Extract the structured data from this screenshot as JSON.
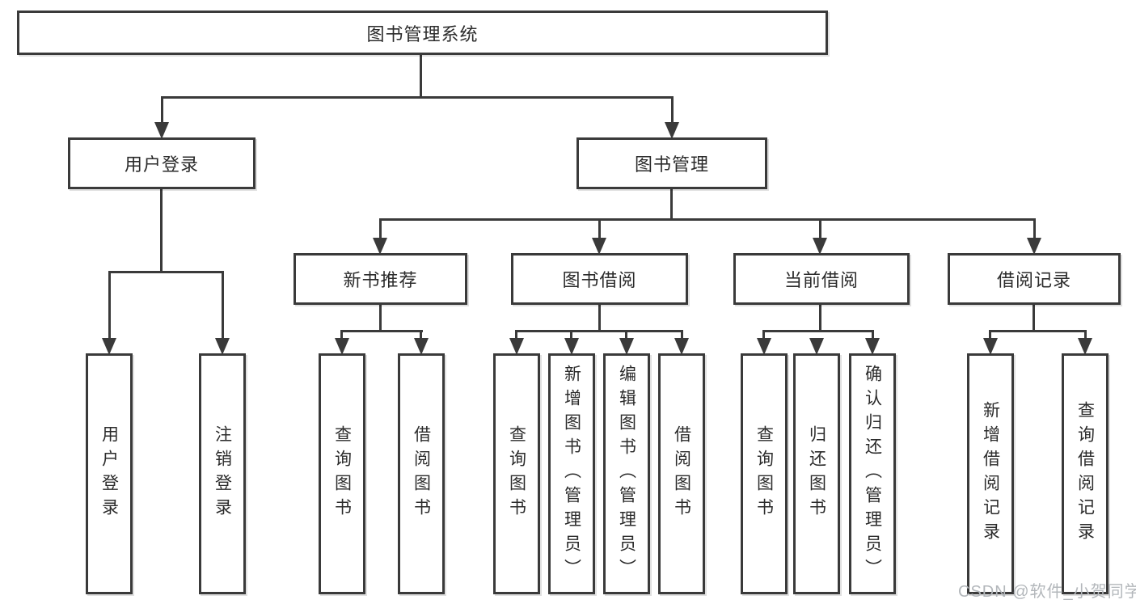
{
  "diagram": {
    "type": "tree",
    "line_color": "#3a3a3a",
    "box_border_color": "#3a3a3a",
    "box_fill_color": "#ffffff",
    "text_color": "#2b2b2b"
  },
  "tree": {
    "root": {
      "label": "图书管理系统",
      "children": [
        {
          "label": "用户登录",
          "children": [
            {
              "label": "用户登录"
            },
            {
              "label": "注销登录"
            }
          ]
        },
        {
          "label": "图书管理",
          "children": [
            {
              "label": "新书推荐",
              "children": [
                {
                  "label": "查询图书"
                },
                {
                  "label": "借阅图书"
                }
              ]
            },
            {
              "label": "图书借阅",
              "children": [
                {
                  "label": "查询图书"
                },
                {
                  "label": "新增图书（管理员）"
                },
                {
                  "label": "编辑图书（管理员）"
                },
                {
                  "label": "借阅图书"
                }
              ]
            },
            {
              "label": "当前借阅",
              "children": [
                {
                  "label": "查询图书"
                },
                {
                  "label": "归还图书"
                },
                {
                  "label": "确认归还（管理员）"
                }
              ]
            },
            {
              "label": "借阅记录",
              "children": [
                {
                  "label": "新增借阅记录"
                },
                {
                  "label": "查询借阅记录"
                }
              ]
            }
          ]
        }
      ]
    }
  },
  "watermark": {
    "text": "CSDN @软件_小贺同学",
    "color": "#b3b7bb"
  }
}
